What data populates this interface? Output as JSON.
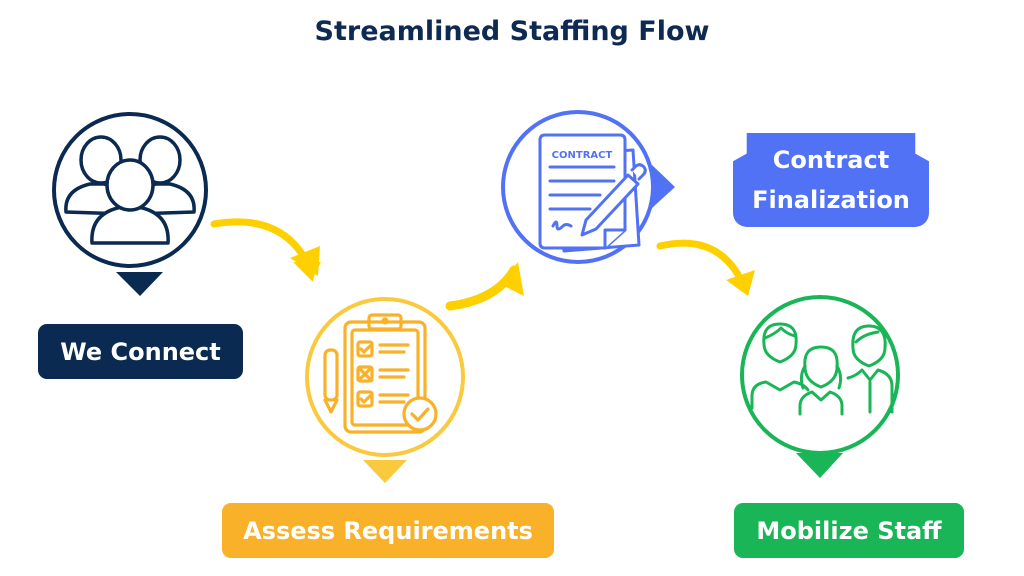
{
  "title": "Streamlined Staffing Flow",
  "colors": {
    "navy": "#0a2a52",
    "yellow": "#f8b128",
    "blue": "#5272f5",
    "green": "#19b556",
    "arrow": "#ffd000"
  },
  "steps": [
    {
      "label": "We Connect",
      "icon": "team-group-icon",
      "color": "navy"
    },
    {
      "label": "Assess Requirements",
      "icon": "clipboard-checklist-icon",
      "color": "yellow"
    },
    {
      "label": "Contract Finalization",
      "label_lines": [
        "Contract",
        "Finalization"
      ],
      "icon": "contract-document-icon",
      "icon_text": "CONTRACT",
      "color": "blue"
    },
    {
      "label": "Mobilize Staff",
      "icon": "staff-people-icon",
      "color": "green"
    }
  ],
  "connectors": [
    "arrow-right-down",
    "arrow-right-up",
    "arrow-right-down"
  ]
}
